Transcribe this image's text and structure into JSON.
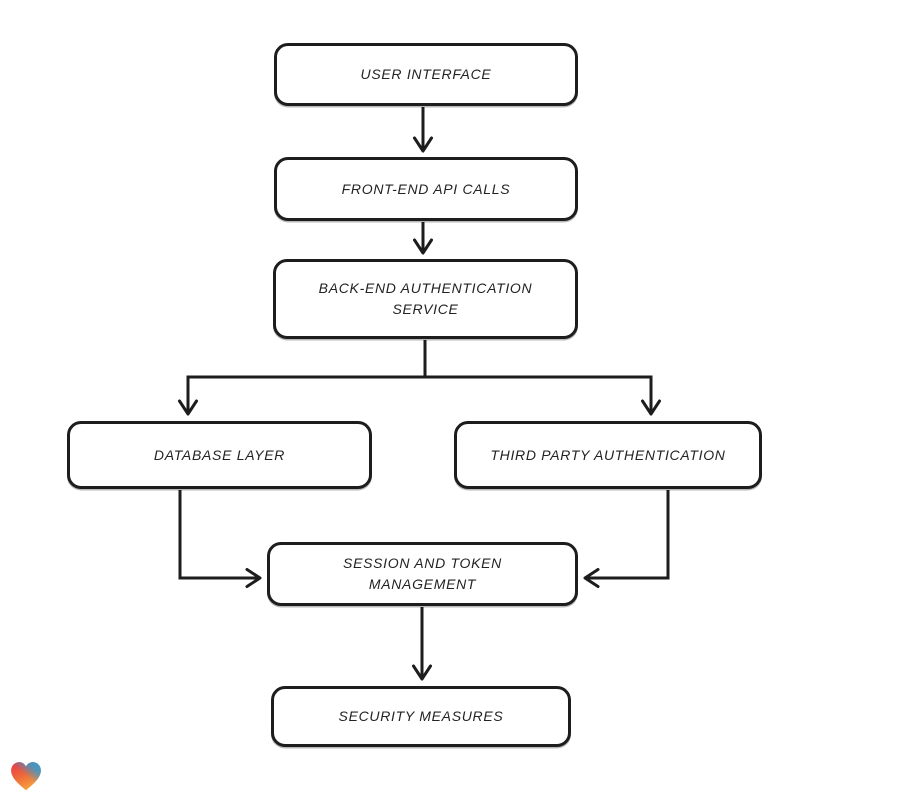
{
  "diagram": {
    "title": "authentication-flow-diagram",
    "canvas_background": "#ffffff",
    "stroke_color": "#1d1d1d",
    "nodes": [
      {
        "id": "user-interface",
        "label": "USER INTERFACE"
      },
      {
        "id": "front-end-api-calls",
        "label": "FRONT-END API CALLS"
      },
      {
        "id": "back-end-authentication-service",
        "label": "BACK-END AUTHENTICATION SERVICE"
      },
      {
        "id": "database-layer",
        "label": "DATABASE LAYER"
      },
      {
        "id": "third-party-authentication",
        "label": "THIRD PARTY AUTHENTICATION"
      },
      {
        "id": "session-and-token-management",
        "label": "SESSION AND TOKEN MANAGEMENT"
      },
      {
        "id": "security-measures",
        "label": "SECURITY MEASURES"
      }
    ],
    "edges": [
      {
        "from": "user-interface",
        "to": "front-end-api-calls"
      },
      {
        "from": "front-end-api-calls",
        "to": "back-end-authentication-service"
      },
      {
        "from": "back-end-authentication-service",
        "to": "database-layer"
      },
      {
        "from": "back-end-authentication-service",
        "to": "third-party-authentication"
      },
      {
        "from": "database-layer",
        "to": "session-and-token-management"
      },
      {
        "from": "third-party-authentication",
        "to": "session-and-token-management"
      },
      {
        "from": "session-and-token-management",
        "to": "security-measures"
      }
    ],
    "logo": {
      "name": "heart-logo",
      "colors": {
        "red": "#e73b44",
        "blue": "#2a9fd8",
        "orange": "#f59c3c"
      }
    }
  }
}
